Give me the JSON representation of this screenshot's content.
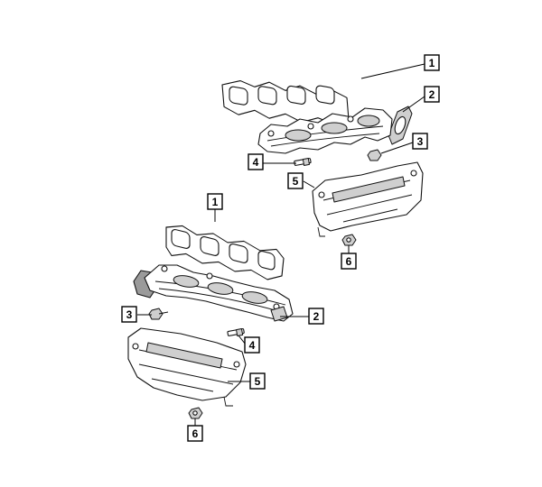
{
  "callouts": {
    "upper": {
      "gasket": "1",
      "flange_gasket": "2",
      "stud_left": "4",
      "nut": "3",
      "heat_shield": "5",
      "bottom_nut": "6"
    },
    "lower": {
      "gasket": "1",
      "flange_gasket": "2",
      "nut": "3",
      "stud": "4",
      "heat_shield": "5",
      "bottom_nut": "6"
    }
  }
}
